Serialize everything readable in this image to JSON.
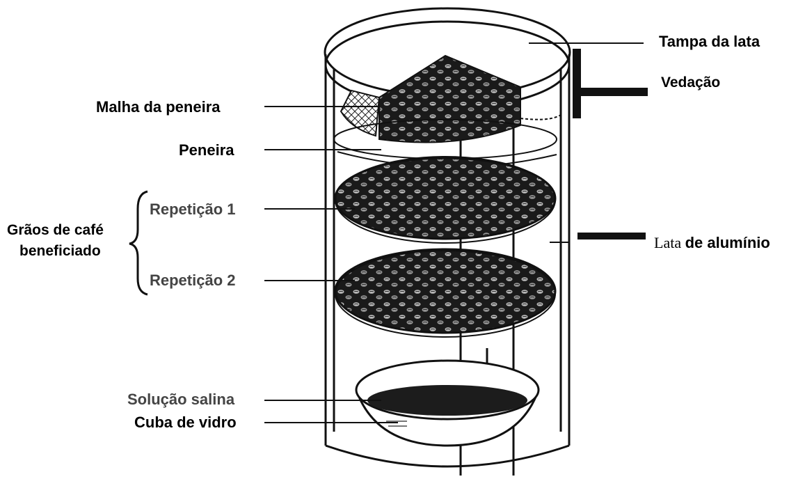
{
  "diagram": {
    "labels": {
      "tampa": "Tampa da lata",
      "vedacao": "Vedação",
      "malha": "Malha da peneira",
      "peneira": "Peneira",
      "repeticao1": "Repetição 1",
      "repeticao2": "Repetição 2",
      "graos_line1": "Grãos de café",
      "graos_line2": "beneficiado",
      "lata_prefix": "Lata",
      "lata_suffix": "de alumínio",
      "solucao": "Solução salina",
      "cuba": "Cuba de vidro"
    }
  }
}
